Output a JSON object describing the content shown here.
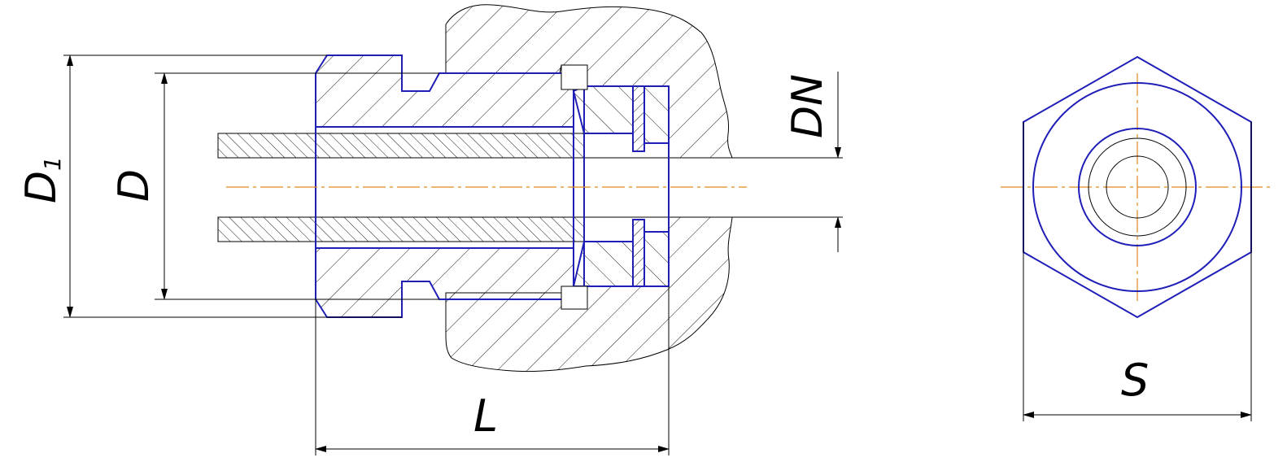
{
  "dimensions": {
    "D1": {
      "main": "D",
      "sub": "1"
    },
    "D": "D",
    "DN": "DN",
    "L": "L",
    "S": "S"
  },
  "colors": {
    "outline": "#1f1fb8",
    "centerline": "#e08a1e",
    "hatch": "#000000"
  }
}
